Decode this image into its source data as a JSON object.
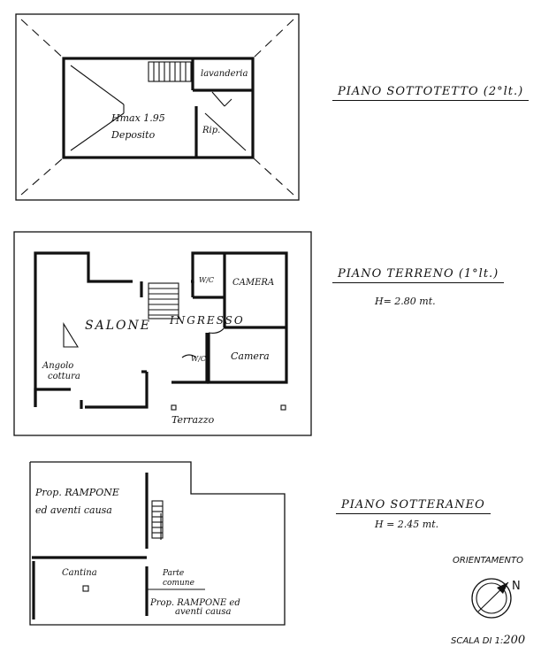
{
  "floors": {
    "sottotetto": {
      "title": "PIANO SOTTOTETTO (2°lt.)",
      "rooms": {
        "lavanderia": "lavanderia",
        "deposito_h": "Hmax 1.95",
        "deposito": "Deposito",
        "rip": "Rip."
      }
    },
    "terreno": {
      "title": "PIANO TERRENO (1°lt.)",
      "height": "H= 2.80 mt.",
      "rooms": {
        "wc_top": "W/C",
        "camera_top": "CAMERA",
        "salone": "SALONE",
        "ingresso": "INGRESSO",
        "wc_bottom": "W/C",
        "camera_bottom": "Camera",
        "angolo_1": "Angolo",
        "angolo_2": "cottura",
        "terrazzo": "Terrazzo"
      }
    },
    "sotteraneo": {
      "title": "PIANO SOTTERANEO",
      "height": "H = 2.45 mt.",
      "rooms": {
        "prop_top_1": "Prop. RAMPONE",
        "prop_top_2": "ed aventi causa",
        "cantina": "Cantina",
        "parte_1": "Parte",
        "parte_2": "comune",
        "prop_bottom_1": "Prop. RAMPONE ed",
        "prop_bottom_2": "aventi causa"
      }
    }
  },
  "orientation": {
    "label": "ORIENTAMENTO",
    "north": "N"
  },
  "scale": {
    "label": "SCALA DI 1:",
    "value": "200"
  }
}
